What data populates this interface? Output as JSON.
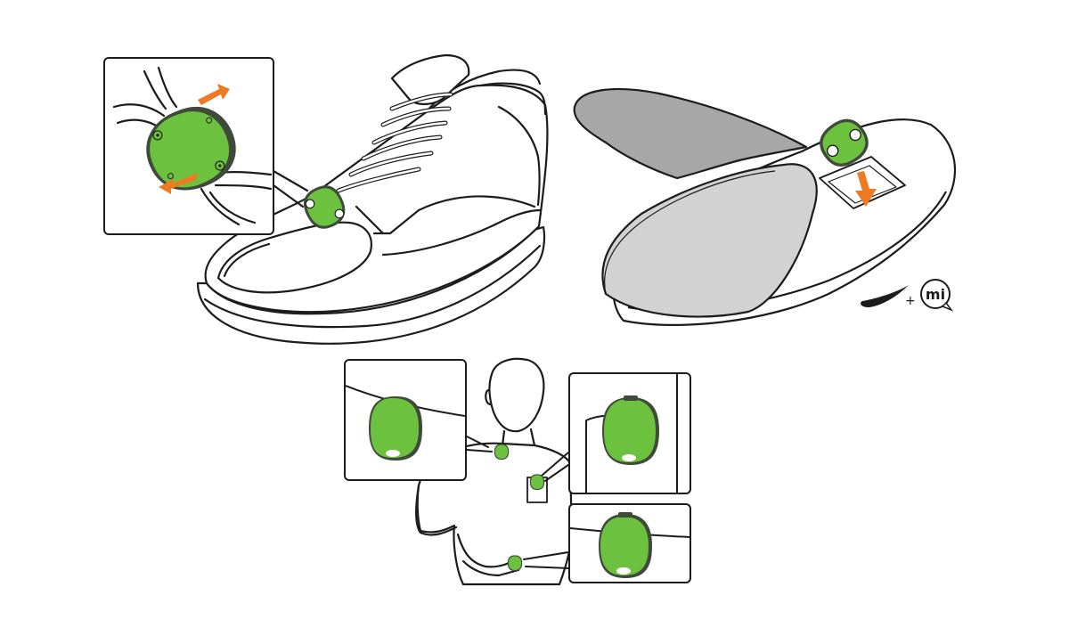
{
  "colors": {
    "sensor_green": "#6cc13f",
    "sensor_rim": "#3f4a3a",
    "arrow_orange": "#ee7a23",
    "line": "#1c1c1c",
    "insole_dark": "#a7a7a7",
    "insole_light": "#d2d2d2"
  },
  "logo": {
    "plus": "+",
    "mi": "mi"
  },
  "icons": [
    "shoe-illustration",
    "insole-illustration",
    "person-illustration",
    "sensor-pod-icon",
    "arrow-icon",
    "swoosh-logo-icon"
  ]
}
